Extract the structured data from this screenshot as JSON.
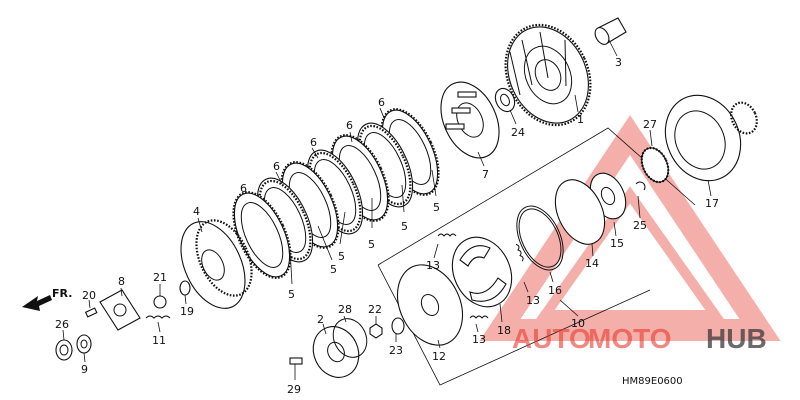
{
  "diagram_code": "HM89E0600",
  "direction_label": "FR.",
  "watermark": {
    "text_part1": "AUTO",
    "text_part2": "MOTO",
    "text_part3": "HUB",
    "color_primary": "#e83a2e",
    "color_secondary": "#3a3a3a"
  },
  "callouts": [
    {
      "id": "c1",
      "text": "1"
    },
    {
      "id": "c2",
      "text": "2"
    },
    {
      "id": "c3",
      "text": "3"
    },
    {
      "id": "c4",
      "text": "4"
    },
    {
      "id": "c5a",
      "text": "5"
    },
    {
      "id": "c5b",
      "text": "5"
    },
    {
      "id": "c5c",
      "text": "5"
    },
    {
      "id": "c5d",
      "text": "5"
    },
    {
      "id": "c5e",
      "text": "5"
    },
    {
      "id": "c5f",
      "text": "5"
    },
    {
      "id": "c6a",
      "text": "6"
    },
    {
      "id": "c6b",
      "text": "6"
    },
    {
      "id": "c6c",
      "text": "6"
    },
    {
      "id": "c6d",
      "text": "6"
    },
    {
      "id": "c6e",
      "text": "6"
    },
    {
      "id": "c7",
      "text": "7"
    },
    {
      "id": "c8",
      "text": "8"
    },
    {
      "id": "c9",
      "text": "9"
    },
    {
      "id": "c10",
      "text": "10"
    },
    {
      "id": "c11",
      "text": "11"
    },
    {
      "id": "c12",
      "text": "12"
    },
    {
      "id": "c13a",
      "text": "13"
    },
    {
      "id": "c13b",
      "text": "13"
    },
    {
      "id": "c13c",
      "text": "13"
    },
    {
      "id": "c14",
      "text": "14"
    },
    {
      "id": "c15",
      "text": "15"
    },
    {
      "id": "c16",
      "text": "16"
    },
    {
      "id": "c17",
      "text": "17"
    },
    {
      "id": "c18",
      "text": "18"
    },
    {
      "id": "c19",
      "text": "19"
    },
    {
      "id": "c20",
      "text": "20"
    },
    {
      "id": "c21",
      "text": "21"
    },
    {
      "id": "c22",
      "text": "22"
    },
    {
      "id": "c23",
      "text": "23"
    },
    {
      "id": "c24",
      "text": "24"
    },
    {
      "id": "c25",
      "text": "25"
    },
    {
      "id": "c26",
      "text": "26"
    },
    {
      "id": "c27",
      "text": "27"
    },
    {
      "id": "c28",
      "text": "28"
    },
    {
      "id": "c29",
      "text": "29"
    }
  ]
}
